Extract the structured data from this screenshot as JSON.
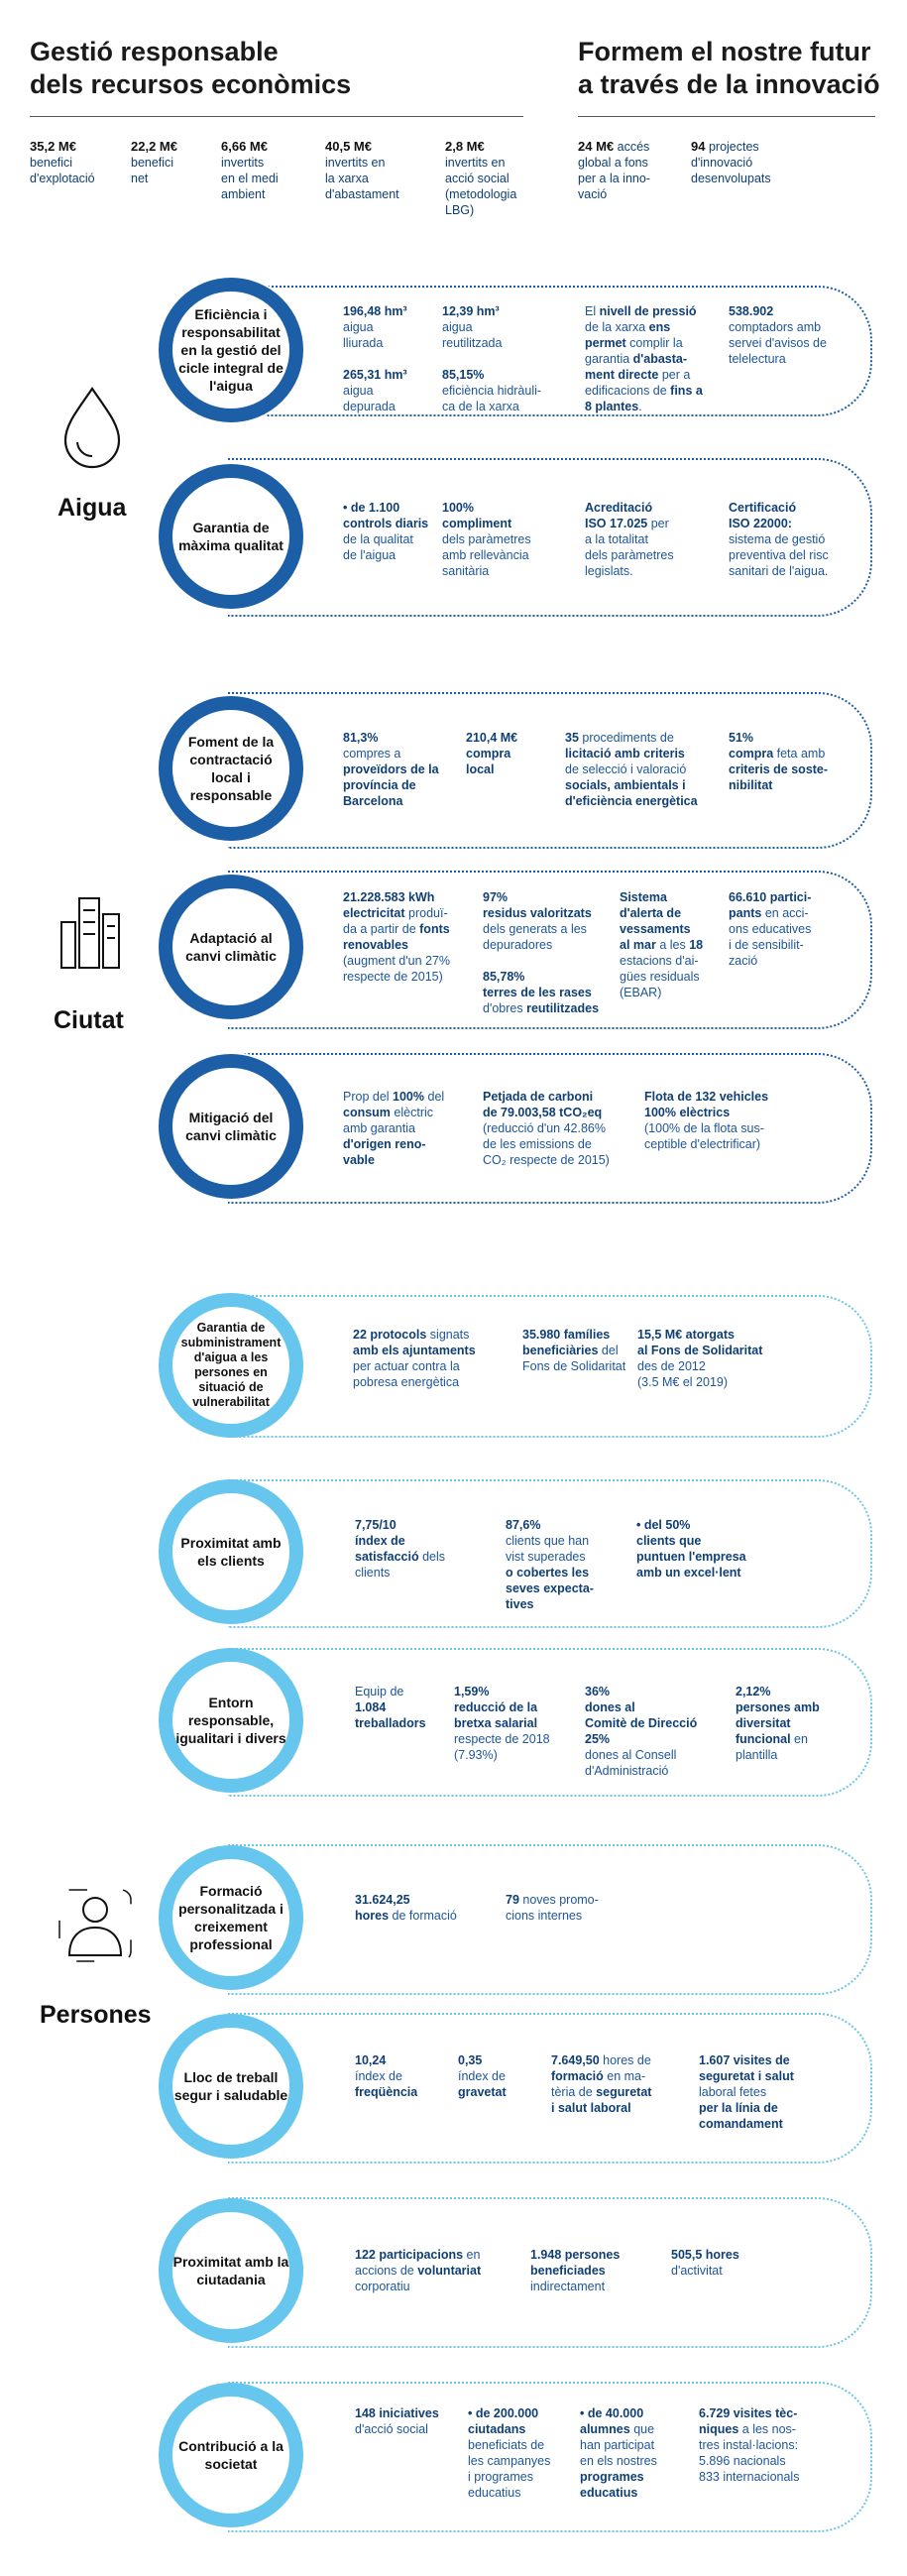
{
  "header": {
    "left_title": [
      "Gestió responsable",
      "dels recursos econòmics"
    ],
    "right_title": [
      "Formem el nostre futur",
      "a través de la innovació"
    ]
  },
  "top_stats": [
    {
      "value": "35,2 M€",
      "label": [
        "benefici",
        "d'explotació"
      ]
    },
    {
      "value": "22,2 M€",
      "label": [
        "benefici",
        "net"
      ]
    },
    {
      "value": "6,66 M€",
      "label": [
        "invertits",
        "en el medi",
        "ambient"
      ]
    },
    {
      "value": "40,5 M€",
      "label": [
        "invertits en",
        "la xarxa",
        "d'abastament"
      ]
    },
    {
      "value": "2,8 M€",
      "label": [
        "invertits en",
        "acció social",
        "(metodologia",
        "LBG)"
      ]
    },
    {
      "value": "24 M€",
      "label": [
        "accés",
        "global a fons",
        "per a la inno-",
        "vació"
      ]
    },
    {
      "value": "94",
      "label": [
        "projectes",
        "d'innovació",
        "desenvolupats"
      ]
    }
  ],
  "sections": {
    "aigua": "Aigua",
    "ciutat": "Ciutat",
    "persones": "Persones"
  },
  "cards": {
    "c1": {
      "title": "Eficiència i responsabilitat en la gestió del cicle integral de l'aigua",
      "s1a": "196,48 hm³",
      "s1b": "aigua",
      "s1c": "lliurada",
      "s2a": "265,31 hm³",
      "s2b": "aigua",
      "s2c": "depurada",
      "s3a": "12,39 hm³",
      "s3b": "aigua",
      "s3c": "reutilitzada",
      "s4a": "85,15%",
      "s4b": "eficiència hidràuli-",
      "s4c": "ca de la xarxa",
      "s5": [
        "El ",
        "nivell de pressió",
        " de la xarxa ",
        "ens permet",
        " complir la garantia ",
        "d'abasta-ment directe",
        " per a edificacions de ",
        "fins a 8 plantes",
        "."
      ],
      "s6a": "538.902",
      "s6b": "comptadors amb",
      "s6c": "servei d'avisos de",
      "s6d": "telelectura"
    },
    "c2": {
      "title": "Garantia de màxima qualitat",
      "s1a": "• de 1.100",
      "s1b": "controls diaris",
      "s1c": "de la qualitat",
      "s1d": "de l'aigua",
      "s2a": "100%",
      "s2b": "compliment",
      "s2c": "dels paràmetres",
      "s2d": "amb rellevància",
      "s2e": "sanitària",
      "s3a": "Acreditació",
      "s3b": "ISO 17.025",
      "s3c": " per",
      "s3d": "a la totalitat",
      "s3e": "dels paràmetres",
      "s3f": "legislats.",
      "s4a": "Certificació",
      "s4b": "ISO 22000:",
      "s4c": "sistema de gestió",
      "s4d": "preventiva del risc",
      "s4e": "sanitari de l'aigua."
    },
    "c3": {
      "title": "Foment de la contractació local i responsable",
      "s1a": "81,3%",
      "s1b": "compres a",
      "s1c": "proveïdors de la",
      "s1d": "província de",
      "s1e": "Barcelona",
      "s2a": "210,4 M€",
      "s2b": "compra",
      "s2c": "local",
      "s3a": "35",
      "s3b": " procediments de",
      "s3c": "licitació amb criteris",
      "s3d": "de selecció i valoració",
      "s3e": "socials, ambientals i",
      "s3f": "d'eficiència energètica",
      "s4a": "51%",
      "s4b": "compra",
      "s4c": " feta amb",
      "s4d": "criteris de soste-",
      "s4e": "nibilitat"
    },
    "c4": {
      "title": "Adaptació al canvi climàtic",
      "s1a": "21.228.583 kWh",
      "s1b": "electricitat",
      "s1c": " produï-",
      "s1d": "da a partir de ",
      "s1e": "fonts",
      "s1f": "renovables",
      "s1g": "(augment d'un 27%",
      "s1h": "respecte de 2015)",
      "s2a": "97%",
      "s2b": "residus valoritzats",
      "s2c": "dels generats a les",
      "s2d": "depuradores",
      "s2e": "85,78%",
      "s2f": "terres de les rases",
      "s2g": "d'obres ",
      "s2h": "reutilitzades",
      "s3a": "Sistema",
      "s3b": "d'alerta de",
      "s3c": "vessaments",
      "s3d": "al mar",
      "s3e": " a les ",
      "s3f": "18",
      "s3g": "estacions d'ai-",
      "s3h": "gües residuals",
      "s3i": "(EBAR)",
      "s4a": "66.610 partici-",
      "s4b": "pants",
      "s4c": " en acci-",
      "s4d": "ons educatives",
      "s4e": "i de sensibilit-",
      "s4f": "zació"
    },
    "c5": {
      "title": "Mitigació del canvi climàtic",
      "s1a": "Prop del ",
      "s1b": "100%",
      "s1c": " del",
      "s1d": "consum",
      "s1e": " elèctric",
      "s1f": "amb garantia",
      "s1g": "d'origen reno-",
      "s1h": "vable",
      "s2a": "Petjada de carboni",
      "s2b": "de 79.003,58 tCO₂eq",
      "s2c": "(reducció d'un 42.86%",
      "s2d": "de les emissions de",
      "s2e": "CO₂ respecte de 2015)",
      "s3a": "Flota de 132 vehicles",
      "s3b": "100% elèctrics",
      "s3c": "(100% de la flota sus-",
      "s3d": "ceptible d'electrificar)"
    },
    "c6": {
      "title": "Garantia de subministrament d'aigua a les persones en situació de vulnerabilitat",
      "s1a": "22 protocols",
      "s1b": " signats",
      "s1c": "amb els ajuntaments",
      "s1d": "per actuar contra la",
      "s1e": "pobresa energètica",
      "s2a": "35.980 famílies",
      "s2b": "beneficiàries",
      "s2c": " del",
      "s2d": "Fons de Solidaritat",
      "s3a": "15,5 M€ atorgats",
      "s3b": "al Fons de Solidaritat",
      "s3c": "des de 2012",
      "s3d": "(3.5 M€ el 2019)"
    },
    "c7": {
      "title": "Proximitat amb els clients",
      "s1a": "7,75/10",
      "s1b": "índex de",
      "s1c": "satisfacció",
      "s1d": " dels",
      "s1e": "clients",
      "s2a": "87,6%",
      "s2b": "clients que han",
      "s2c": "vist superades",
      "s2d": "o cobertes les",
      "s2e": "seves expecta-",
      "s2f": "tives",
      "s3a": "• del 50%",
      "s3b": "clients que",
      "s3c": "puntuen l'empresa",
      "s3d": "amb un excel·lent"
    },
    "c8": {
      "title": "Entorn responsable, igualitari i divers",
      "s1a": "Equip de",
      "s1b": "1.084",
      "s1c": "treballadors",
      "s2a": "1,59%",
      "s2b": "reducció de la",
      "s2c": "bretxa salarial",
      "s2d": "respecte de 2018",
      "s2e": "(7.93%)",
      "s3a": "36%",
      "s3b": "dones al",
      "s3c": "Comitè de Direcció",
      "s3d": "25%",
      "s3e": "dones al Consell",
      "s3f": "d'Administració",
      "s4a": "2,12%",
      "s4b": "persones amb",
      "s4c": "diversitat",
      "s4d": "funcional",
      "s4e": " en",
      "s4f": "plantilla"
    },
    "c9": {
      "title": "Formació personalitzada i creixement professional",
      "s1a": "31.624,25",
      "s1b": "hores",
      "s1c": " de formació",
      "s2a": "79",
      "s2b": " noves promo-",
      "s2c": "cions internes"
    },
    "c10": {
      "title": "Lloc de treball segur i saludable",
      "s1a": "10,24",
      "s1b": "índex de",
      "s1c": "freqüència",
      "s2a": "0,35",
      "s2b": "índex de",
      "s2c": "gravetat",
      "s3a": "7.649,50",
      "s3b": " hores de",
      "s3c": "formació",
      "s3d": " en ma-",
      "s3e": "tèria de ",
      "s3f": "seguretat",
      "s3g": "i salut laboral",
      "s4a": "1.607 visites de",
      "s4b": "seguretat i salut",
      "s4c": "laboral fetes",
      "s4d": "per la línia de",
      "s4e": "comandament"
    },
    "c11": {
      "title": "Proximitat amb la ciutadania",
      "s1a": "122 participacions",
      "s1b": " en",
      "s1c": "accions de ",
      "s1d": "voluntariat",
      "s1e": "corporatiu",
      "s2a": "1.948 persones",
      "s2b": "beneficiades",
      "s2c": "indirectament",
      "s3a": "505,5 hores",
      "s3b": "d'activitat"
    },
    "c12": {
      "title": "Contribució a la societat",
      "s1a": "148 iniciatives",
      "s1b": "d'acció social",
      "s2a": "• de 200.000",
      "s2b": "ciutadans",
      "s2c": "beneficiats de",
      "s2d": "les campanyes",
      "s2e": "i programes",
      "s2f": "educatius",
      "s3a": "• de 40.000",
      "s3b": "alumnes",
      "s3c": " que",
      "s3d": "han participat",
      "s3e": "en els nostres",
      "s3f": "programes",
      "s3g": "educatius",
      "s4a": "6.729 visites tèc-",
      "s4b": "niques",
      "s4c": " a les nos-",
      "s4d": "tres instal·lacions:",
      "s4e": "5.896 nacionals",
      "s4f": "833 internacionals"
    }
  },
  "icons": {
    "aigua": "water-drop-icon",
    "ciutat": "city-buildings-icon",
    "persones": "person-icon"
  },
  "colors": {
    "dark": "#1d5fa6",
    "mid": "#2fa6e3",
    "light": "#66c6ee",
    "text": "#0f3f73"
  }
}
